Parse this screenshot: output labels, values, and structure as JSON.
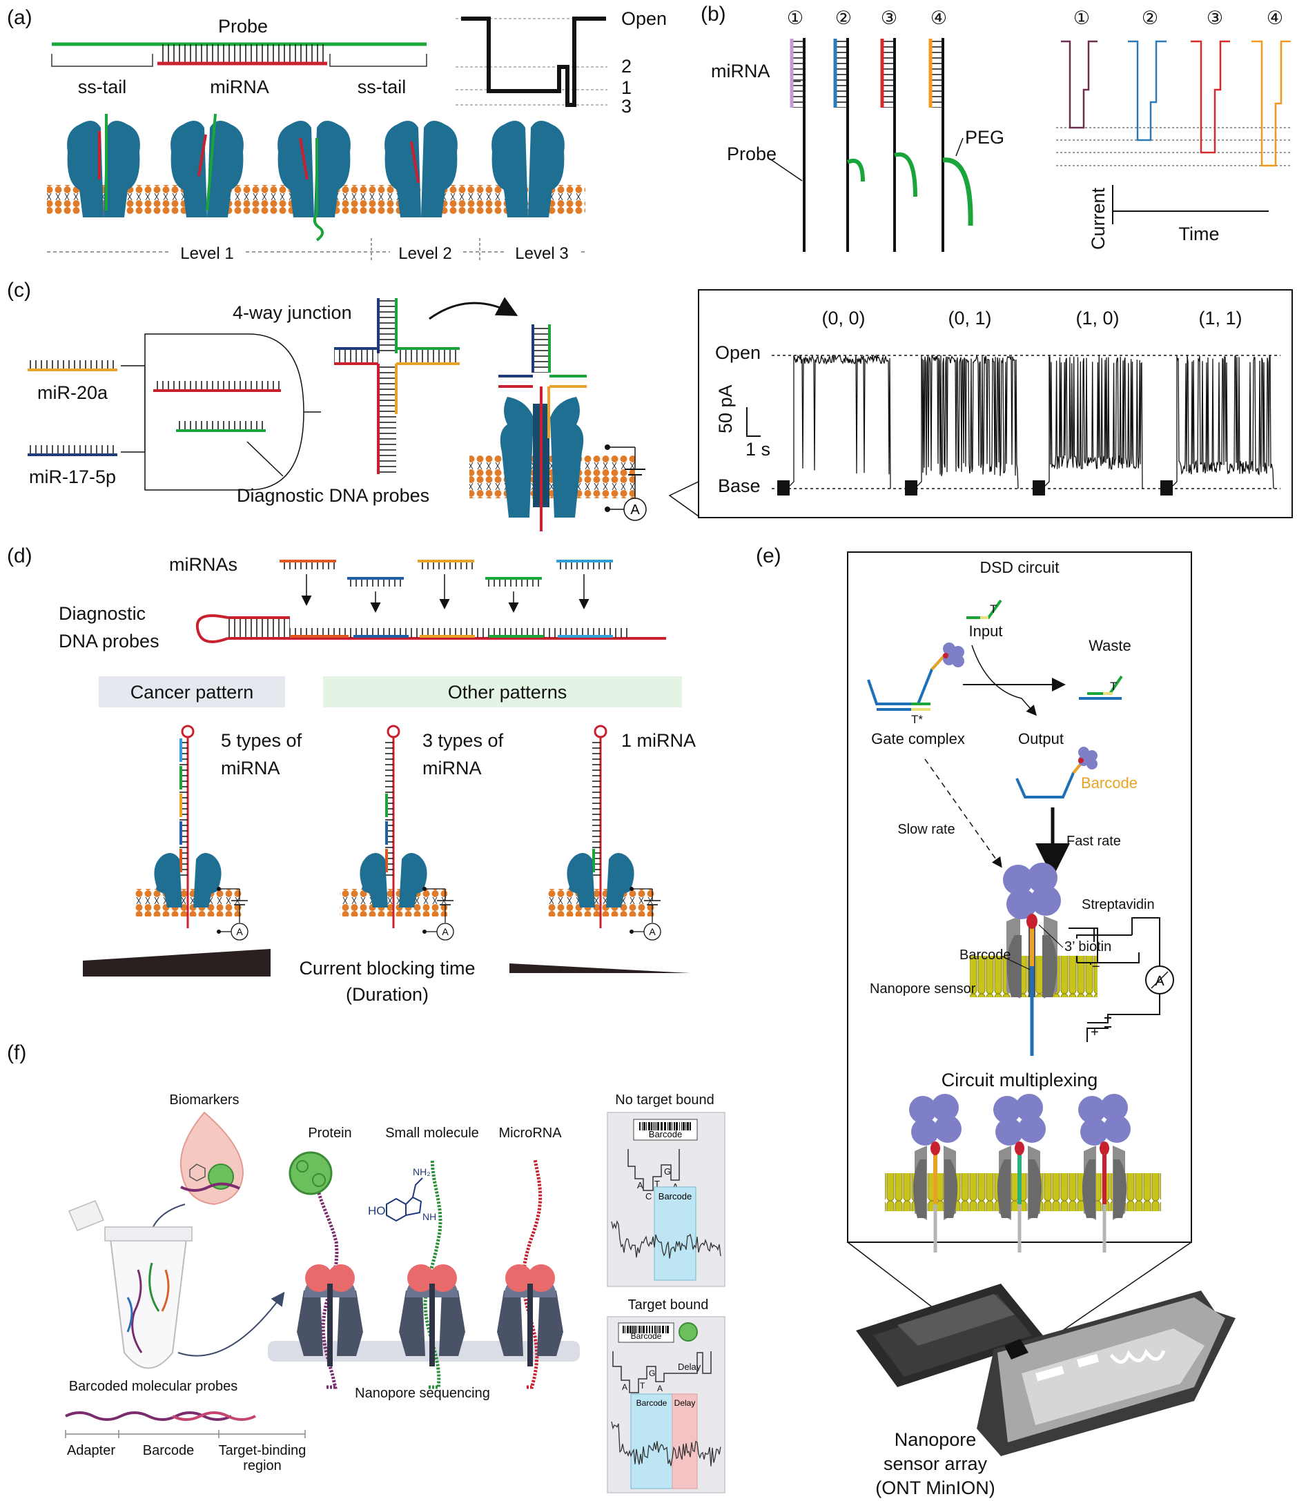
{
  "figure": {
    "panels": {
      "a": {
        "letter": "(a)",
        "probe": "Probe",
        "ss_tail_left": "ss-tail",
        "mirna": "miRNA",
        "ss_tail_right": "ss-tail",
        "trace_open": "Open",
        "trace_level2": "2",
        "trace_level1": "1",
        "trace_level3": "3",
        "level1": "Level 1",
        "level2": "Level 2",
        "level3": "Level 3"
      },
      "b": {
        "letter": "(b)",
        "n1": "①",
        "n2": "②",
        "n3": "③",
        "n4": "④",
        "mirna": "miRNA",
        "probe": "Probe",
        "peg": "PEG",
        "current": "Current",
        "time": "Time",
        "colors": [
          "#6b2f4f",
          "#2a7ab8",
          "#d62b2b",
          "#f39a1e"
        ]
      },
      "c": {
        "letter": "(c)",
        "mir20a": "miR-20a",
        "mir17": "miR-17-5p",
        "junction": "4-way junction",
        "diag_probes": "Diagnostic DNA probes",
        "open": "Open",
        "base": "Base",
        "scale_y": "50 pA",
        "scale_x": "1 s",
        "states": [
          "(0, 0)",
          "(0, 1)",
          "(1, 0)",
          "(1, 1)"
        ]
      },
      "d": {
        "letter": "(d)",
        "mirnas": "miRNAs",
        "diag_line1": "Diagnostic",
        "diag_line2": "DNA probes",
        "cancer": "Cancer pattern",
        "other": "Other patterns",
        "five_l1": "5 types of",
        "five_l2": "miRNA",
        "three_l1": "3 types of",
        "three_l2": "miRNA",
        "one": "1 miRNA",
        "blocking_l1": "Current blocking time",
        "blocking_l2": "(Duration)"
      },
      "e": {
        "letter": "(e)",
        "dsd": "DSD circuit",
        "input": "Input",
        "waste": "Waste",
        "gate": "Gate complex",
        "output": "Output",
        "barcode_out": "Barcode",
        "t_label": "T",
        "tstar": "T*",
        "slow": "Slow rate",
        "fast": "Fast rate",
        "streptavidin": "Streptavidin",
        "biotin": "3’ biotin",
        "barcode": "Barcode",
        "sensor": "Nanopore sensor",
        "minus": "−",
        "plus": "+",
        "amp": "A",
        "multiplex": "Circuit multiplexing",
        "array_l1": "Nanopore",
        "array_l2": "sensor array",
        "array_l3": "(ONT MinION)"
      },
      "f": {
        "letter": "(f)",
        "biomarkers": "Biomarkers",
        "protein": "Protein",
        "small": "Small molecule",
        "microrna": "MicroRNA",
        "probes": "Barcoded molecular probes",
        "sequencing": "Nanopore sequencing",
        "adapter": "Adapter",
        "barcode": "Barcode",
        "target_l1": "Target-binding",
        "target_l2": "region",
        "no_target": "No target bound",
        "target_bound": "Target bound",
        "box_barcode": "Barcode",
        "delay": "Delay",
        "bases": [
          "A",
          "C",
          "T",
          "G",
          "A"
        ],
        "ho": "HO",
        "nh": "NH",
        "nh2": "NH₂"
      }
    },
    "colors": {
      "protein": "#1f6f93",
      "membrane": "#e07b2a",
      "green": "#1aa53b",
      "red": "#c8202e",
      "navy": "#1d3a7a",
      "orange": "#e8a326",
      "lilac": "#7f7fc7",
      "lipid_yellow": "#c9c41a"
    }
  }
}
